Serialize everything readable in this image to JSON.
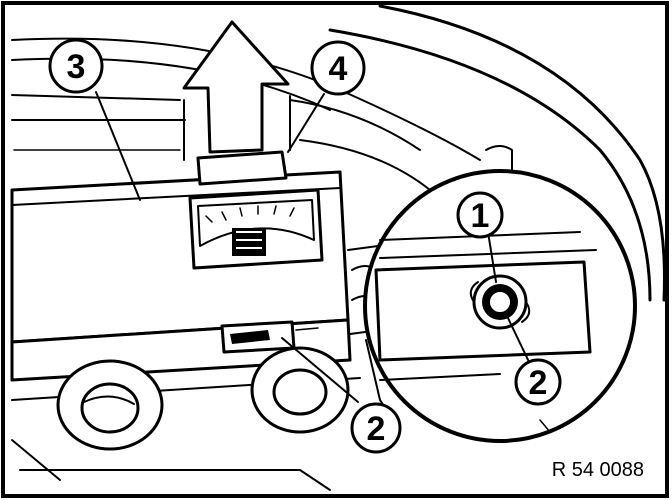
{
  "figure": {
    "reference_code": "R 54 0088",
    "callouts": [
      {
        "id": "callout-1",
        "label": "1"
      },
      {
        "id": "callout-2-detail",
        "label": "2"
      },
      {
        "id": "callout-2-main",
        "label": "2"
      },
      {
        "id": "callout-3",
        "label": "3"
      },
      {
        "id": "callout-4",
        "label": "4"
      }
    ]
  },
  "colors": {
    "line": "#000000",
    "background": "#ffffff"
  }
}
